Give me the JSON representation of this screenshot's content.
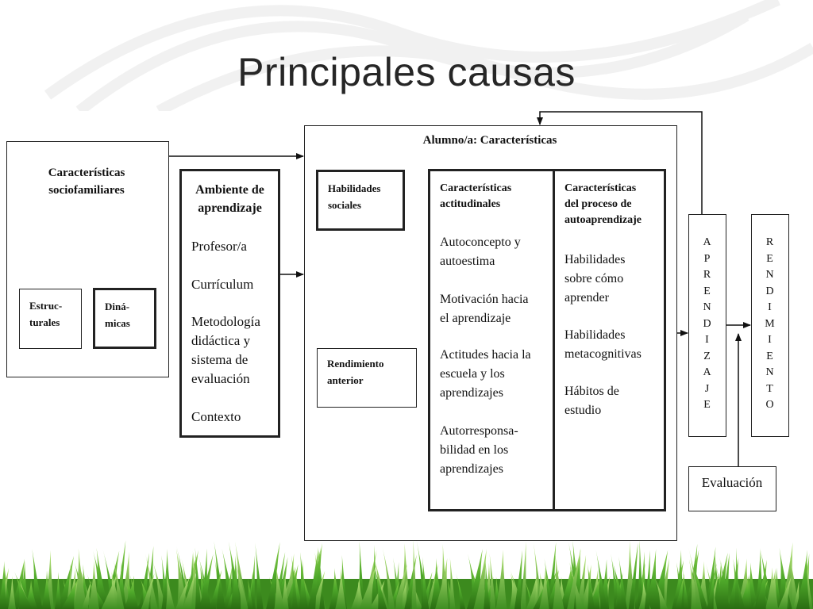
{
  "title": "Principales causas",
  "diagram": {
    "socio": {
      "title_line1": "Características",
      "title_line2": "sociofamiliares",
      "estructurales": [
        "Estruc-",
        "turales"
      ],
      "dinamicas": [
        "Diná-",
        "micas"
      ]
    },
    "ambiente": {
      "title_line1": "Ambiente de",
      "title_line2": "aprendizaje",
      "items": [
        [
          "Profesor/a"
        ],
        [
          "Currículum"
        ],
        [
          "Metodología",
          "didáctica y",
          "sistema de",
          "evaluación"
        ],
        [
          "Contexto"
        ]
      ]
    },
    "alumno": {
      "title": "Alumno/a: Características",
      "habilidades_sociales": [
        "Habilidades",
        "sociales"
      ],
      "rendimiento_anterior": [
        "Rendimiento",
        "anterior"
      ],
      "actitudinales": {
        "title": [
          "Características",
          "actitudinales"
        ],
        "items": [
          [
            "Autoconcepto y",
            "autoestima"
          ],
          [
            "Motivación hacia",
            "el aprendizaje"
          ],
          [
            "Actitudes hacia la",
            "escuela y los",
            "aprendizajes"
          ],
          [
            "Autorresponsa-",
            "bilidad en los",
            "aprendizajes"
          ]
        ]
      },
      "autoaprendizaje": {
        "title": [
          "Características",
          "del proceso de",
          "autoaprendizaje"
        ],
        "items": [
          [
            "Habilidades",
            "sobre cómo",
            "aprender"
          ],
          [
            "Habilidades",
            "metacognitivas"
          ],
          [
            "Hábitos de",
            "estudio"
          ]
        ]
      }
    },
    "aprendizaje_letters": [
      "A",
      "P",
      "R",
      "E",
      "N",
      "D",
      "I",
      "Z",
      "A",
      "J",
      "E"
    ],
    "rendimiento_letters": [
      "R",
      "E",
      "N",
      "D",
      "I",
      "M",
      "I",
      "E",
      "N",
      "T",
      "O"
    ],
    "evaluacion": "Evaluación"
  }
}
